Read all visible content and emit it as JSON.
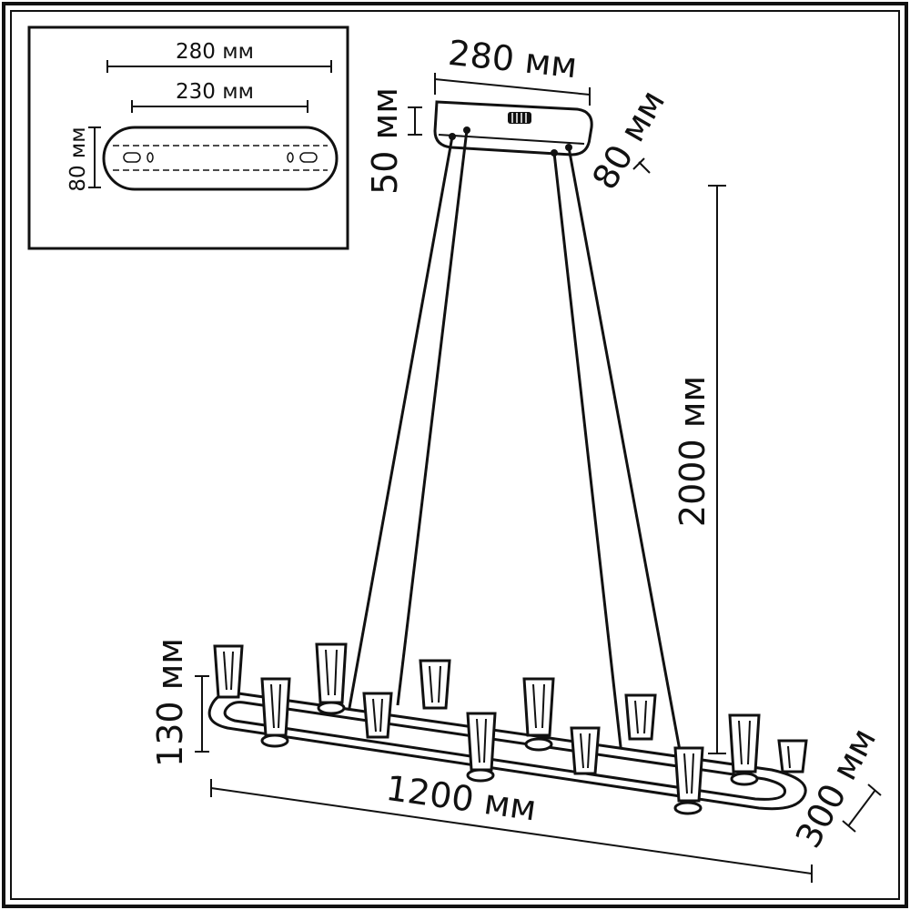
{
  "inset": {
    "outer_length": "280 мм",
    "inner_length": "230 мм",
    "depth": "80 мм"
  },
  "canopy": {
    "length": "280 мм",
    "height": "50 мм",
    "depth": "80 мм"
  },
  "suspension": {
    "height": "2000 мм"
  },
  "fixture": {
    "length": "1200 мм",
    "height": "130 мм",
    "depth": "300 мм"
  },
  "colors": {
    "line": "#111111",
    "background": "#ffffff"
  }
}
